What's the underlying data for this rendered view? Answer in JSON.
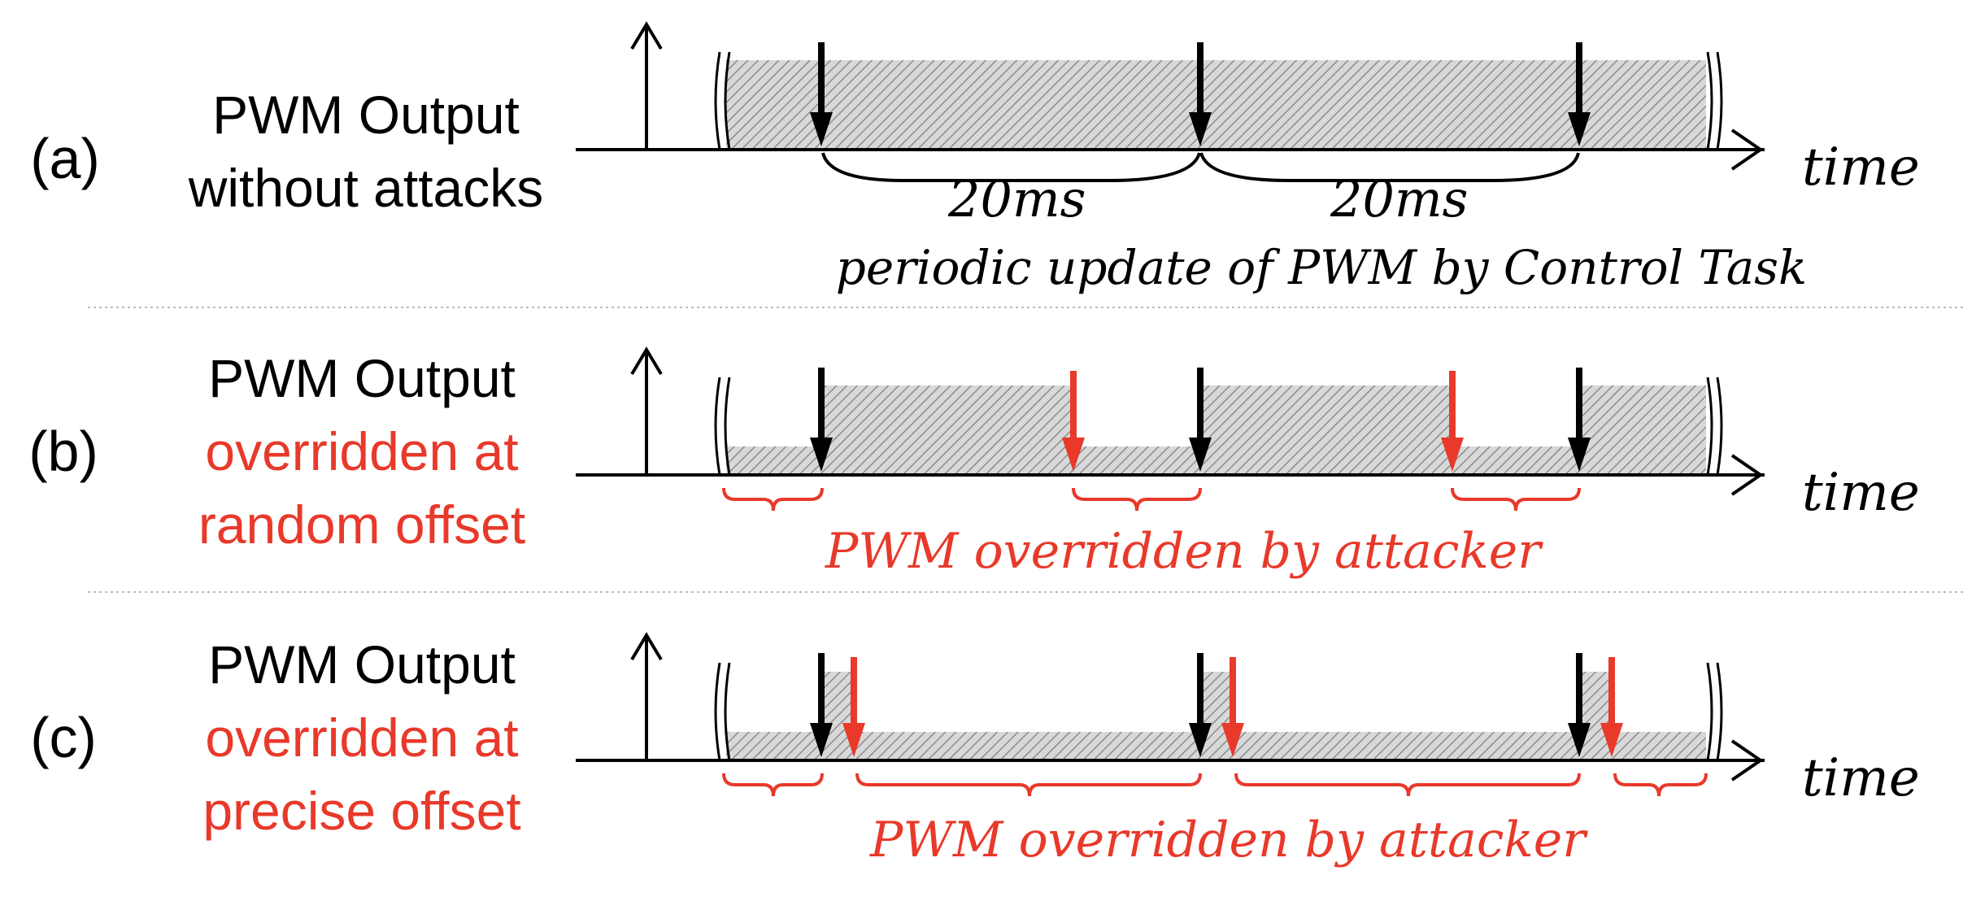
{
  "colors": {
    "black": "#000000",
    "attack": "#e8392a",
    "hatch_bg": "#d8d8d8",
    "hatch_line": "#8c8c8c",
    "separator": "#bbbbbb"
  },
  "panels": [
    {
      "id": "a",
      "label": "(a)",
      "title_lines": [
        {
          "text": "PWM Output",
          "color": "#000000"
        },
        {
          "text": "without attacks",
          "color": "#000000"
        }
      ],
      "axis_label": "time",
      "period_labels": [
        "20ms",
        "20ms"
      ],
      "caption": "periodic update of PWM by Control Task",
      "caption_color": "#000000"
    },
    {
      "id": "b",
      "label": "(b)",
      "title_lines": [
        {
          "text": "PWM Output",
          "color": "#000000"
        },
        {
          "text": "overridden at",
          "color": "#e8392a"
        },
        {
          "text": "random offset",
          "color": "#e8392a"
        }
      ],
      "axis_label": "time",
      "caption": "PWM overridden by attacker",
      "caption_color": "#e8392a"
    },
    {
      "id": "c",
      "label": "(c)",
      "title_lines": [
        {
          "text": "PWM Output",
          "color": "#000000"
        },
        {
          "text": "overridden at",
          "color": "#e8392a"
        },
        {
          "text": "precise offset",
          "color": "#e8392a"
        }
      ],
      "axis_label": "time",
      "caption": "PWM overridden by attacker",
      "caption_color": "#e8392a"
    }
  ]
}
